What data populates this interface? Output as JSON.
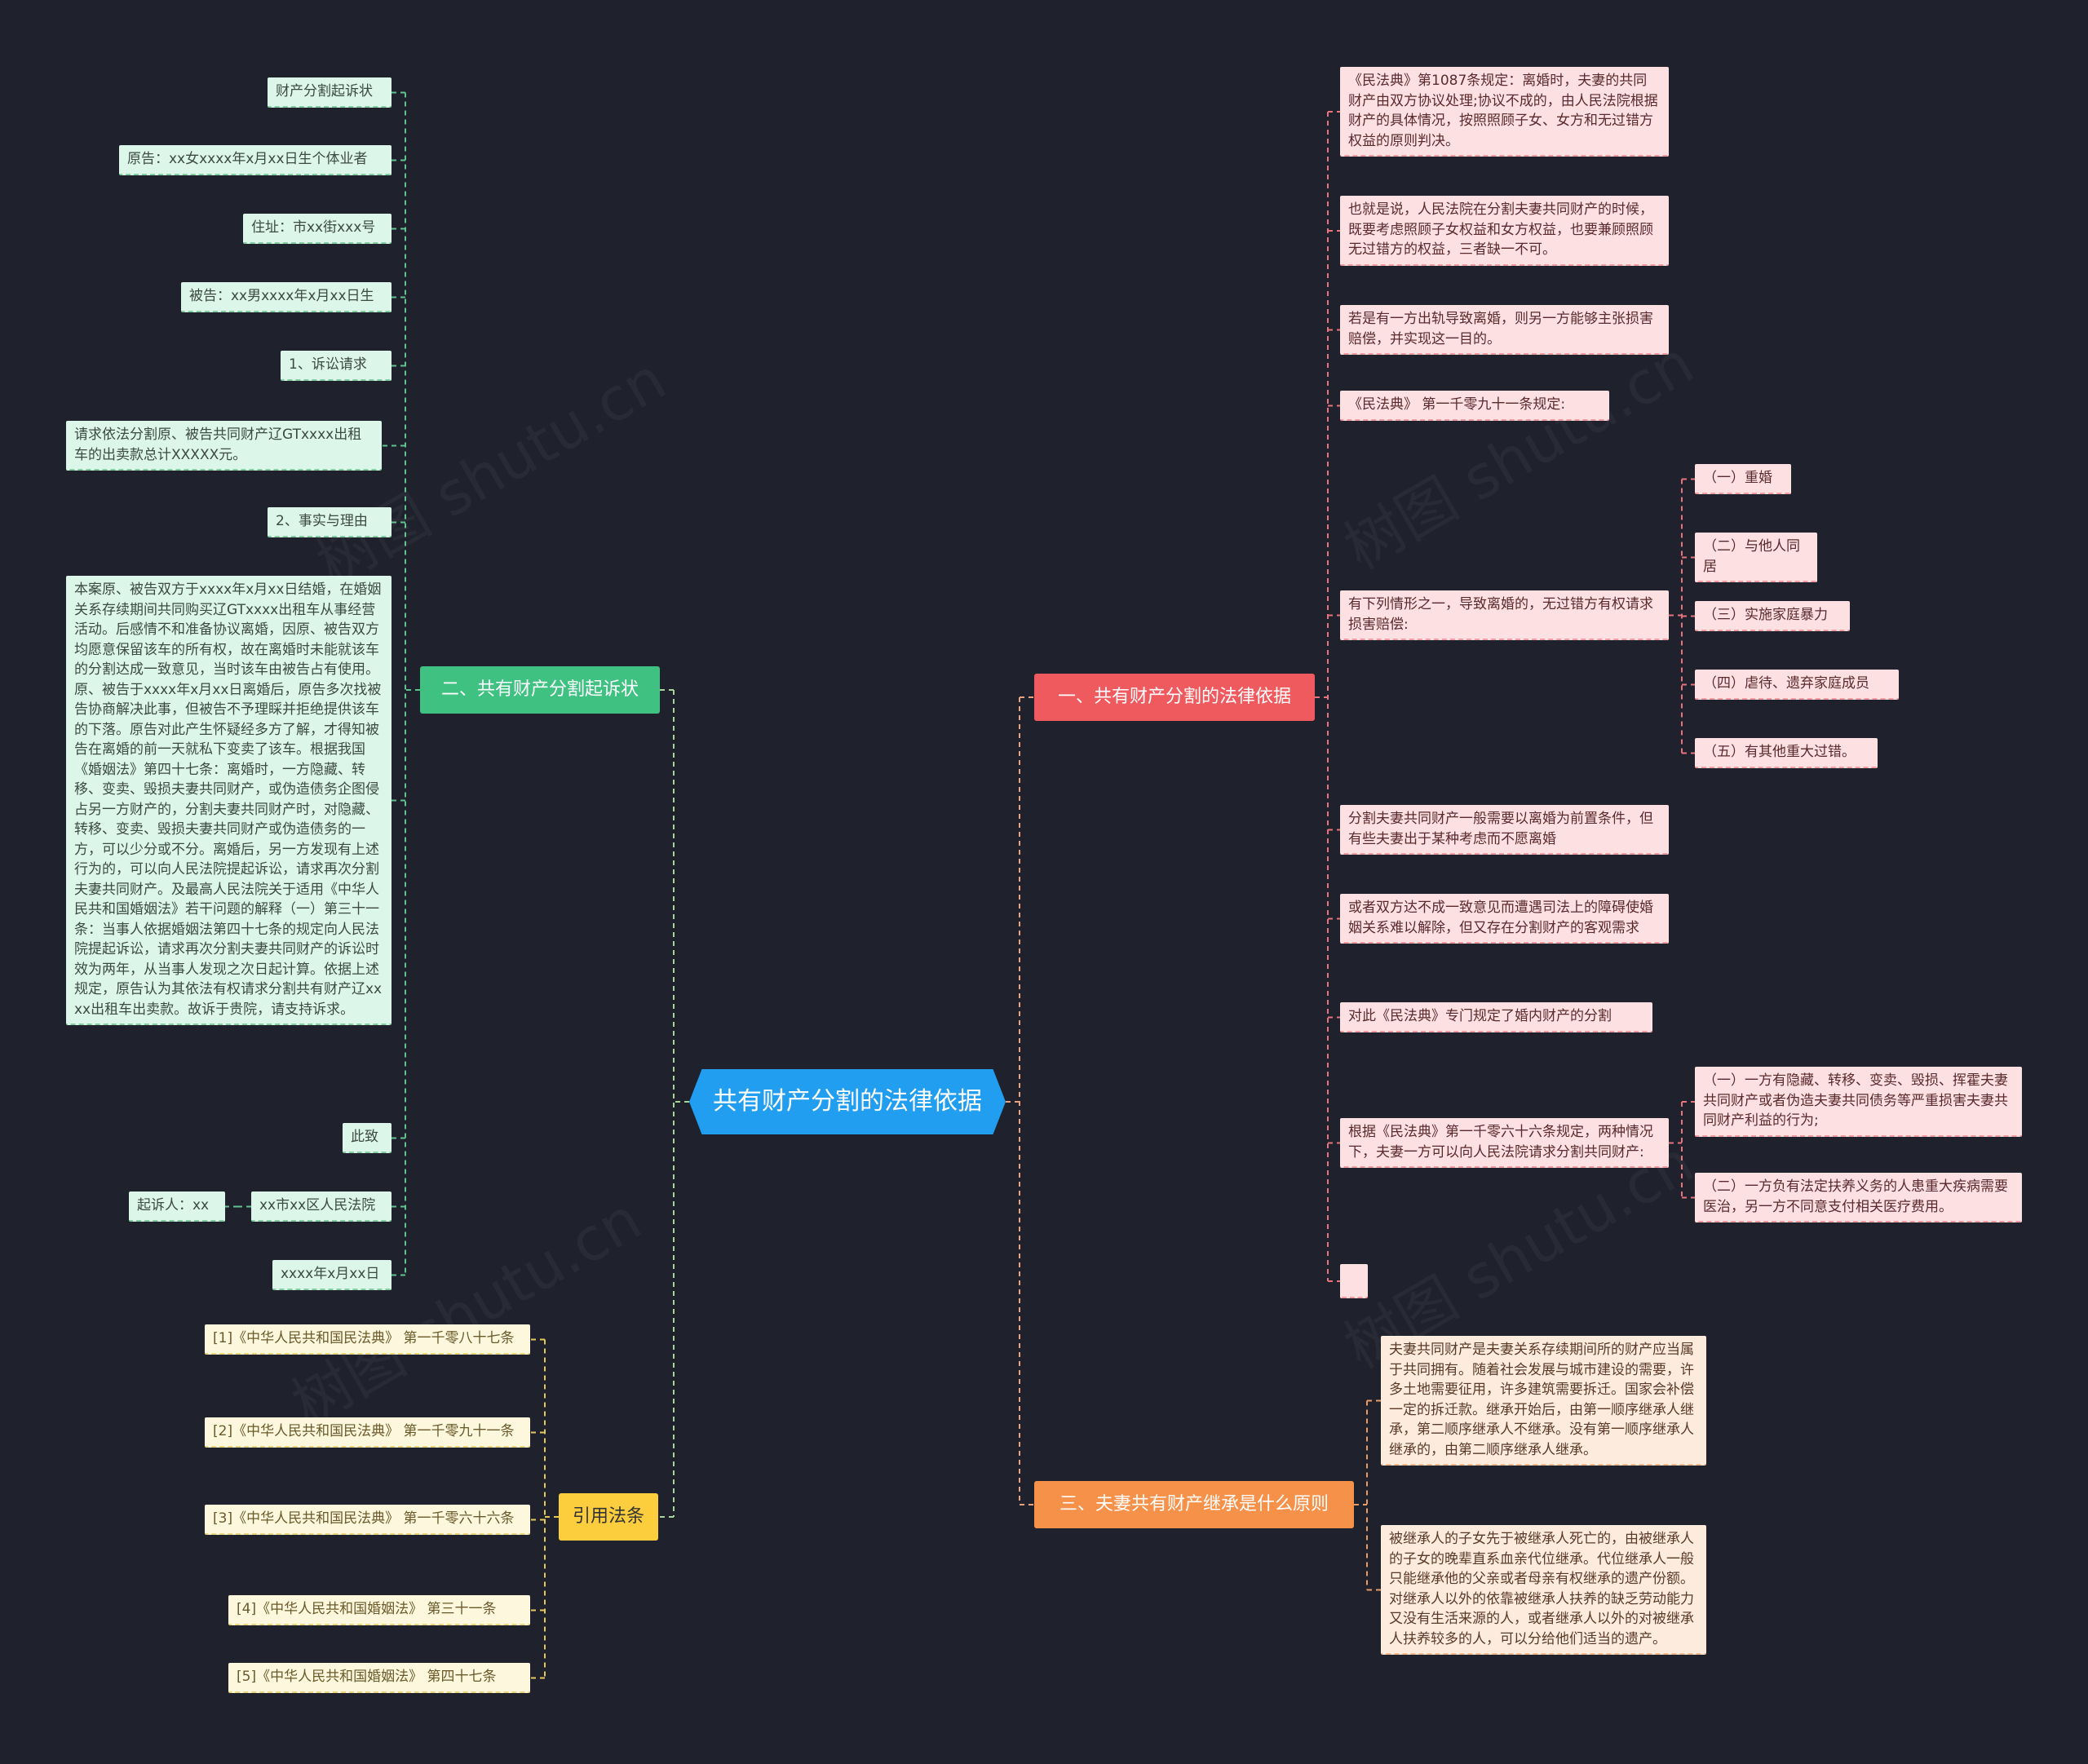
{
  "root": "共有财产分割的法律依据",
  "watermark": "树图 shutu.cn",
  "colors": {
    "background": "#1f212c",
    "root": "#229ef0",
    "green_branch": "#3fc182",
    "red_branch": "#ef5a5f",
    "orange_branch": "#f6914a",
    "yellow_branch": "#fcce3e"
  },
  "left": {
    "complaint": {
      "title": "二、共有财产分割起诉状",
      "items": [
        "财产分割起诉状",
        "原告：xx女xxxx年x月xx日生个体业者",
        "住址：市xx街xxx号",
        "被告：xx男xxxx年x月xx日生",
        "1、诉讼请求",
        "请求依法分割原、被告共同财产辽GTxxxx出租车的出卖款总计XXXXX元。",
        "2、事实与理由",
        "本案原、被告双方于xxxx年x月xx日结婚，在婚姻关系存续期间共同购买辽GTxxxx出租车从事经营活动。后感情不和准备协议离婚，因原、被告双方均愿意保留该车的所有权，故在离婚时未能就该车的分割达成一致意见，当时该车由被告占有使用。原、被告于xxxx年x月xx日离婚后，原告多次找被告协商解决此事，但被告不予理睬并拒绝提供该车的下落。原告对此产生怀疑经多方了解，才得知被告在离婚的前一天就私下变卖了该车。根据我国《婚姻法》第四十七条：离婚时，一方隐藏、转移、变卖、毁损夫妻共同财产，或伪造债务企图侵占另一方财产的，分割夫妻共同财产时，对隐藏、转移、变卖、毁损夫妻共同财产或伪造债务的一方，可以少分或不分。离婚后，另一方发现有上述行为的，可以向人民法院提起诉讼，请求再次分割夫妻共同财产。及最高人民法院关于适用《中华人民共和国婚姻法》若干问题的解释（一）第三十一条：当事人依据婚姻法第四十七条的规定向人民法院提起诉讼，请求再次分割夫妻共同财产的诉讼时效为两年，从当事人发现之次日起计算。依据上述规定，原告认为其依法有权请求分割共有财产辽xxxx出租车出卖款。故诉于贵院，请支持诉求。",
        "此致",
        "xx市xx区人民法院",
        "xxxx年x月xx日"
      ],
      "court_child": "起诉人：xx"
    },
    "citations": {
      "title": "引用法条",
      "items": [
        "[1]《中华人民共和国民法典》 第一千零八十七条",
        "[2]《中华人民共和国民法典》 第一千零九十一条",
        "[3]《中华人民共和国民法典》 第一千零六十六条",
        "[4]《中华人民共和国婚姻法》 第三十一条",
        "[5]《中华人民共和国婚姻法》 第四十七条"
      ]
    }
  },
  "right": {
    "basis": {
      "title": "一、共有财产分割的法律依据",
      "items": [
        "《民法典》第1087条规定：离婚时，夫妻的共同财产由双方协议处理;协议不成的，由人民法院根据财产的具体情况，按照照顾子女、女方和无过错方权益的原则判决。",
        "也就是说，人民法院在分割夫妻共同财产的时候，既要考虑照顾子女权益和女方权益，也要兼顾照顾无过错方的权益，三者缺一不可。",
        "若是有一方出轨导致离婚，则另一方能够主张损害赔偿，并实现这一目的。",
        "《民法典》 第一千零九十一条规定:",
        "有下列情形之一，导致离婚的，无过错方有权请求损害赔偿:",
        "分割夫妻共同财产一般需要以离婚为前置条件，但有些夫妻出于某种考虑而不愿离婚",
        "或者双方达不成一致意见而遭遇司法上的障碍使婚姻关系难以解除，但又存在分割财产的客观需求",
        "对此《民法典》专门规定了婚内财产的分割",
        "根据《民法典》第一千零六十六条规定，两种情况下，夫妻一方可以向人民法院请求分割共同财产:",
        ""
      ],
      "damages_cases": [
        "（一）重婚",
        "（二）与他人同居",
        "（三）实施家庭暴力",
        "（四）虐待、遗弃家庭成员",
        "（五）有其他重大过错。"
      ],
      "marital_cases": [
        "（一）一方有隐藏、转移、变卖、毁损、挥霍夫妻共同财产或者伪造夫妻共同债务等严重损害夫妻共同财产利益的行为;",
        "（二）一方负有法定扶养义务的人患重大疾病需要医治，另一方不同意支付相关医疗费用。"
      ]
    },
    "inheritance": {
      "title": "三、夫妻共有财产继承是什么原则",
      "items": [
        "夫妻共同财产是夫妻关系存续期间所的财产应当属于共同拥有。随着社会发展与城市建设的需要，许多土地需要征用，许多建筑需要拆迁。国家会补偿一定的拆迁款。继承开始后，由第一顺序继承人继承，第二顺序继承人不继承。没有第一顺序继承人继承的，由第二顺序继承人继承。",
        "被继承人的子女先于被继承人死亡的，由被继承人的子女的晚辈直系血亲代位继承。代位继承人一般只能继承他的父亲或者母亲有权继承的遗产份额。对继承人以外的依靠被继承人扶养的缺乏劳动能力又没有生活来源的人，或者继承人以外的对被继承人扶养较多的人，可以分给他们适当的遗产。"
      ]
    }
  }
}
